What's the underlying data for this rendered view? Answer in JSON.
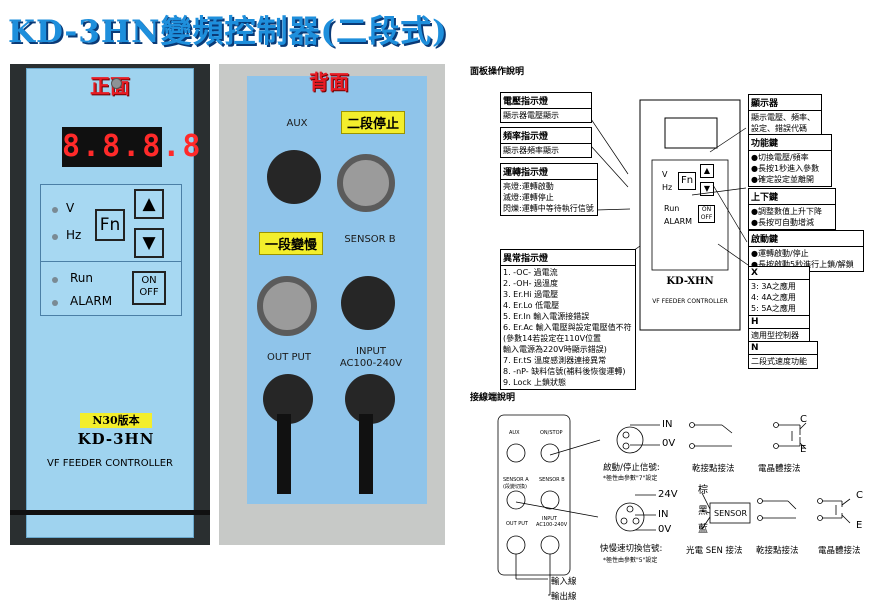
{
  "title": "KD-3HN變頻控制器(二段式)",
  "front": {
    "label": "正面",
    "display": "8.8.8.8",
    "v": "V",
    "hz": "Hz",
    "fn": "Fn",
    "up": "▲",
    "down": "▼",
    "run": "Run",
    "alarm": "ALARM",
    "on": "ON",
    "off": "OFF",
    "version": "N30版本",
    "model": "KD-3HN",
    "product": "VF FEEDER CONTROLLER"
  },
  "back": {
    "label": "背面",
    "aux": "AUX",
    "two_stop": "二段停止",
    "sensor_b": "SENSOR B",
    "one_speed": "一段變慢",
    "out_put": "OUT PUT",
    "input": "INPUT",
    "input_v": "AC100-240V"
  },
  "panel_guide": {
    "title": "面板操作說明",
    "voltage_head": "電壓指示燈",
    "voltage_body": "顯示器電壓顯示",
    "freq_head": "頻率指示燈",
    "freq_body": "顯示器頻率顯示",
    "run_head": "運轉指示燈",
    "run_lines": [
      "亮燈:運轉啟動",
      "滅燈:運轉停止",
      "閃爍:運轉中等待執行信號"
    ],
    "alarm_head": "異常指示燈",
    "alarm_lines": [
      "1. -OC- 過電流",
      "2. -OH- 過溫度",
      "3. Er.Hi 過電壓",
      "4. Er.Lo 低電壓",
      "5. Er.In 輸入電源接錯誤",
      "6. Er.Ac 輸入電壓與設定電壓值不符",
      "(參數14若設定在110V位置",
      "輸入電源為220V時顯示錯誤)",
      "7. Er.tS 溫度感測器連接異常",
      "8. -nP- 缺料信號(補料後恢復運轉)",
      "9. Lock 上鎖狀態"
    ],
    "display_head": "顯示器",
    "display_lines": [
      "顯示電壓、頻率、",
      "設定、錯誤代碼"
    ],
    "fn_head": "功能鍵",
    "fn_lines": [
      "●切換電壓/頻率",
      "●長按1秒進入參數",
      "●確定設定並離開"
    ],
    "updown_head": "上下鍵",
    "updown_lines": [
      "●調整數值上升下降",
      "●長按可自動增減"
    ],
    "start_head": "啟動鍵",
    "start_lines": [
      "●運轉啟動/停止",
      "●長按啟動5秒進行上鎖/解鎖"
    ],
    "x_head": "X",
    "x_lines": [
      "3: 3A之應用",
      "4: 4A之應用",
      "5: 5A之應用"
    ],
    "h_head": "H",
    "h_body": "適用型控制器",
    "n_head": "N",
    "n_body": "二段式速度功能",
    "mini_v": "V",
    "mini_hz": "Hz",
    "mini_fn": "Fn",
    "mini_run": "Run",
    "mini_alarm": "ALARM",
    "mini_on": "ON",
    "mini_off": "OFF",
    "mini_model": "KD-XHN",
    "mini_product": "VF FEEDER CONTROLLER"
  },
  "wiring": {
    "title": "接線端說明",
    "aux": "AUX",
    "onstop": "ON/STOP",
    "sensor_a": "SENSOR A",
    "sensor_a_sub": "(段變切換)",
    "sensor_b": "SENSOR B",
    "out_put": "OUT PUT",
    "input": "INPUT",
    "input_v": "AC100-240V",
    "in1": "IN",
    "zero1": "0V",
    "stop_caption": "啟動/停止信號:",
    "stop_note": "*極性由參數\"7\"設定",
    "dry1": "乾接點接法",
    "trans1": "電晶體接法",
    "v24": "24V",
    "in2": "IN",
    "zero2": "0V",
    "brown": "棕",
    "black": "黑",
    "blue": "藍",
    "sensor": "SENSOR",
    "speed_caption": "快慢速切換信號:",
    "speed_note": "*極性由參數\"5\"設定",
    "photo": "光電 SEN 接法",
    "dry2": "乾接點接法",
    "trans2": "電晶體接法",
    "c1": "C",
    "e1": "E",
    "c2": "C",
    "e2": "E",
    "in_line": "輸入線",
    "out_line": "輸出線"
  }
}
